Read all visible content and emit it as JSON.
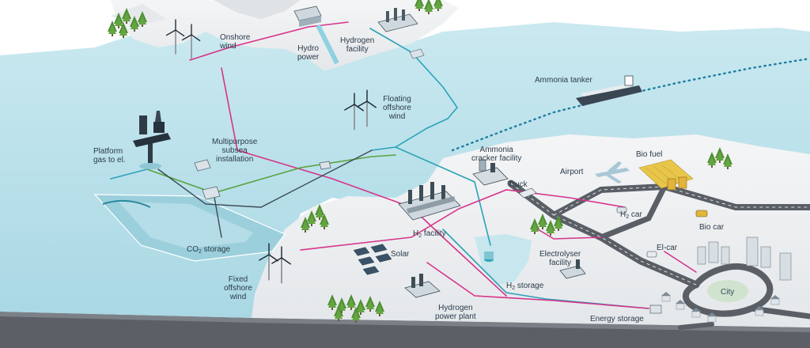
{
  "labels": {
    "onshore_wind": [
      "Onshore",
      "wind"
    ],
    "hydro_power": [
      "Hydro",
      "power"
    ],
    "hydrogen_facility": [
      "Hydrogen",
      "facility"
    ],
    "ammonia_tanker": "Ammonia tanker",
    "floating_offshore_wind": [
      "Floating",
      "offshore",
      "wind"
    ],
    "platform_gas": [
      "Platform",
      "gas to el."
    ],
    "multipurpose_subsea": [
      "Multipurpose",
      "subsea",
      "installation"
    ],
    "ammonia_cracker": [
      "Ammonia",
      "cracker facility"
    ],
    "bio_fuel": "Bio fuel",
    "airport": "Airport",
    "truck": "Truck",
    "h2_car": {
      "prefix": "H",
      "sub": "2",
      "suffix": " car"
    },
    "h2_facility": {
      "prefix": "H",
      "sub": "2",
      "suffix": " facility"
    },
    "co2_storage": {
      "prefix": "CO",
      "sub": "2",
      "suffix": " storage"
    },
    "bio_car": "Bio car",
    "el_car": "El-car",
    "solar": "Solar",
    "electrolyser": [
      "Electrolyser",
      "facility"
    ],
    "fixed_offshore_wind": [
      "Fixed",
      "offshore",
      "wind"
    ],
    "h2_storage": {
      "prefix": "H",
      "sub": "2",
      "suffix": " storage"
    },
    "hydrogen_power_plant": [
      "Hydrogen",
      "power plant"
    ],
    "city": "City",
    "energy_storage": "Energy storage"
  },
  "colors": {
    "sea": "#bfe3ec",
    "land": "#eff1f3",
    "road": "#5a5f66",
    "hydrogen_line": "#2ba3b8",
    "power_line": "#d6338a",
    "co2_line": "#5aa33f",
    "gas_line": "#3b4a55",
    "ammonia_route": "#1e7fa0",
    "forest": "#5a9a3a"
  }
}
